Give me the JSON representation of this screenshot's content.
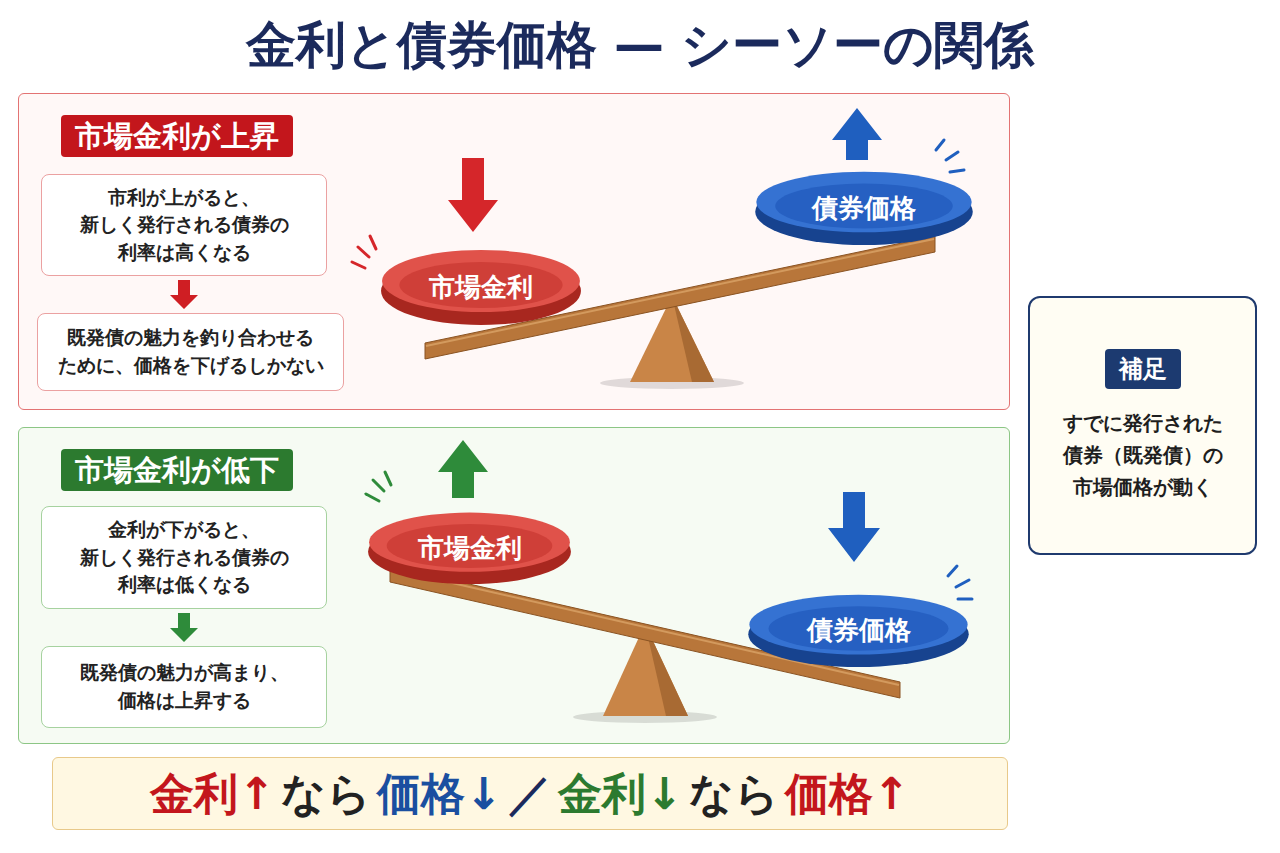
{
  "diagram": {
    "title": "金利と債券価格 — シーソーの関係",
    "nodes": [
      {
        "text": [
          "市場金利が上昇"
        ]
      },
      {
        "text": [
          "市利が上がると、 新しく発行される債券の 利率は高くなる"
        ],
        "in": 0
      },
      {
        "text": [
          "既発債の魅力を釣り合わせる ために、価格を下げるしかない"
        ],
        "in": 0
      },
      {
        "text": [
          "市場金利"
        ],
        "in": 0
      },
      {
        "text": [
          "債券価格"
        ],
        "in": 0
      },
      {
        "text": [
          "市場金利が低下"
        ]
      },
      {
        "text": [
          "金利が下がると、 新しく発行される債券の 利率は低くなる"
        ],
        "in": 5
      },
      {
        "text": [
          "既発債の魅力が高まり、 価格は上昇する"
        ],
        "in": 5
      },
      {
        "text": [
          "市場金利"
        ],
        "in": 5
      },
      {
        "text": [
          "債券価格"
        ],
        "in": 5
      },
      {
        "text": [
          "補足",
          "すでに発行された 債券（既発債）の 市場価格が動く"
        ]
      },
      {
        "text": [
          "金利↑",
          "なら",
          "価格↓",
          "／",
          "金利↓",
          "なら",
          "価格↑"
        ]
      }
    ],
    "edges": [
      {
        "from": 1,
        "to": 2,
        "arrow": "to"
      },
      {
        "from": 6,
        "to": 7,
        "arrow": "to"
      }
    ]
  }
}
